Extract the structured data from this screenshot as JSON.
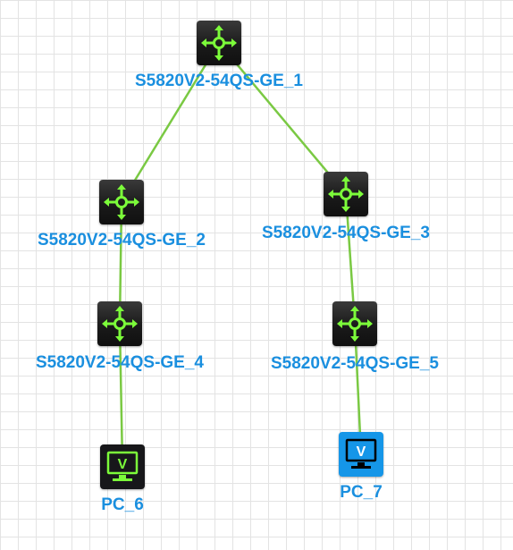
{
  "canvas": {
    "grid": true,
    "background": "#ffffff",
    "grid_color": "#e3e3e3"
  },
  "colors": {
    "link": "#7ac943",
    "label": "#1a8fdf",
    "device_dark": "#17171a",
    "device_selected": "#1596e8",
    "switch_glyph": "#7cfc3a"
  },
  "nodes": [
    {
      "id": "s1",
      "type": "switch",
      "label": "S5820V2-54QS-GE_1",
      "icon": "switch-icon"
    },
    {
      "id": "s2",
      "type": "switch",
      "label": "S5820V2-54QS-GE_2",
      "icon": "switch-icon"
    },
    {
      "id": "s3",
      "type": "switch",
      "label": "S5820V2-54QS-GE_3",
      "icon": "switch-icon"
    },
    {
      "id": "s4",
      "type": "switch",
      "label": "S5820V2-54QS-GE_4",
      "icon": "switch-icon"
    },
    {
      "id": "s5",
      "type": "switch",
      "label": "S5820V2-54QS-GE_5",
      "icon": "switch-icon"
    },
    {
      "id": "pc6",
      "type": "pc",
      "label": "PC_6",
      "icon": "pc-icon",
      "selected": false
    },
    {
      "id": "pc7",
      "type": "pc",
      "label": "PC_7",
      "icon": "pc-icon",
      "selected": true
    }
  ],
  "links": [
    {
      "from": "s1",
      "to": "s2"
    },
    {
      "from": "s1",
      "to": "s3"
    },
    {
      "from": "s2",
      "to": "s4"
    },
    {
      "from": "s3",
      "to": "s5"
    },
    {
      "from": "s4",
      "to": "pc6"
    },
    {
      "from": "s5",
      "to": "pc7"
    }
  ]
}
